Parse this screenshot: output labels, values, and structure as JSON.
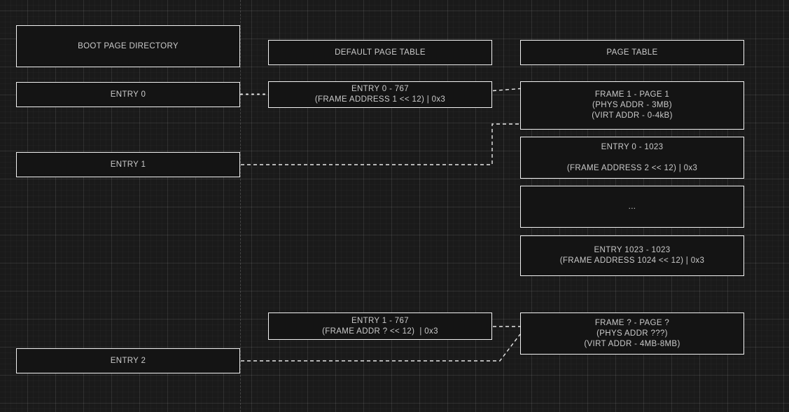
{
  "diagram": {
    "title": "x86 Paging Structure Diagram",
    "background_color": "#1a1a1a",
    "box_fill_color": "#141414",
    "box_border_color": "#f2f2f2",
    "text_color": "#cbcbcb",
    "connector_color": "#e8e8e8",
    "columns": [
      {
        "id": "boot-page-directory",
        "header": "BOOT PAGE DIRECTORY"
      },
      {
        "id": "default-page-table",
        "header": "DEFAULT PAGE TABLE"
      },
      {
        "id": "page-table",
        "header": "PAGE TABLE"
      }
    ]
  },
  "nodes": {
    "boot_page_directory_header": "BOOT PAGE DIRECTORY",
    "entry_0": "ENTRY 0",
    "entry_1": "ENTRY 1",
    "entry_2": "ENTRY 2",
    "default_page_table_header": "DEFAULT PAGE TABLE",
    "default_entry_0_767": "ENTRY 0 - 767\n(FRAME ADDRESS 1 << 12) | 0x3",
    "default_entry_1_767": "ENTRY 1 - 767\n(FRAME ADDR ? << 12)  | 0x3",
    "page_table_header": "PAGE TABLE",
    "frame_1_page_1": "FRAME 1 - PAGE 1\n(PHYS ADDR - 3MB)\n(VIRT ADDR - 0-4kB)",
    "pt_entry_0_1023": "ENTRY 0 - 1023\n\n(FRAME ADDRESS 2 << 12) | 0x3",
    "pt_ellipsis": "...",
    "pt_entry_1023_1023": "ENTRY 1023 - 1023\n(FRAME ADDRESS 1024 << 12) | 0x3",
    "frame_q_page_q": "FRAME ? - PAGE ?\n(PHYS ADDR ???)\n(VIRT ADDR - 4MB-8MB)"
  },
  "connectors": [
    {
      "name": "entry0-to-default-entry0",
      "style": "dotted",
      "from": "entry_0",
      "to": "default_entry_0_767"
    },
    {
      "name": "default-entry0-to-frame1",
      "style": "dashed",
      "from": "default_entry_0_767",
      "to": "frame_1_page_1"
    },
    {
      "name": "entry1-to-frame1",
      "style": "dashed",
      "from": "entry_1",
      "to": "frame_1_page_1"
    },
    {
      "name": "default-entry1-to-frameq",
      "style": "dashed",
      "from": "default_entry_1_767",
      "to": "frame_q_page_q"
    },
    {
      "name": "entry2-to-frameq",
      "style": "dashed",
      "from": "entry_2",
      "to": "frame_q_page_q"
    }
  ]
}
